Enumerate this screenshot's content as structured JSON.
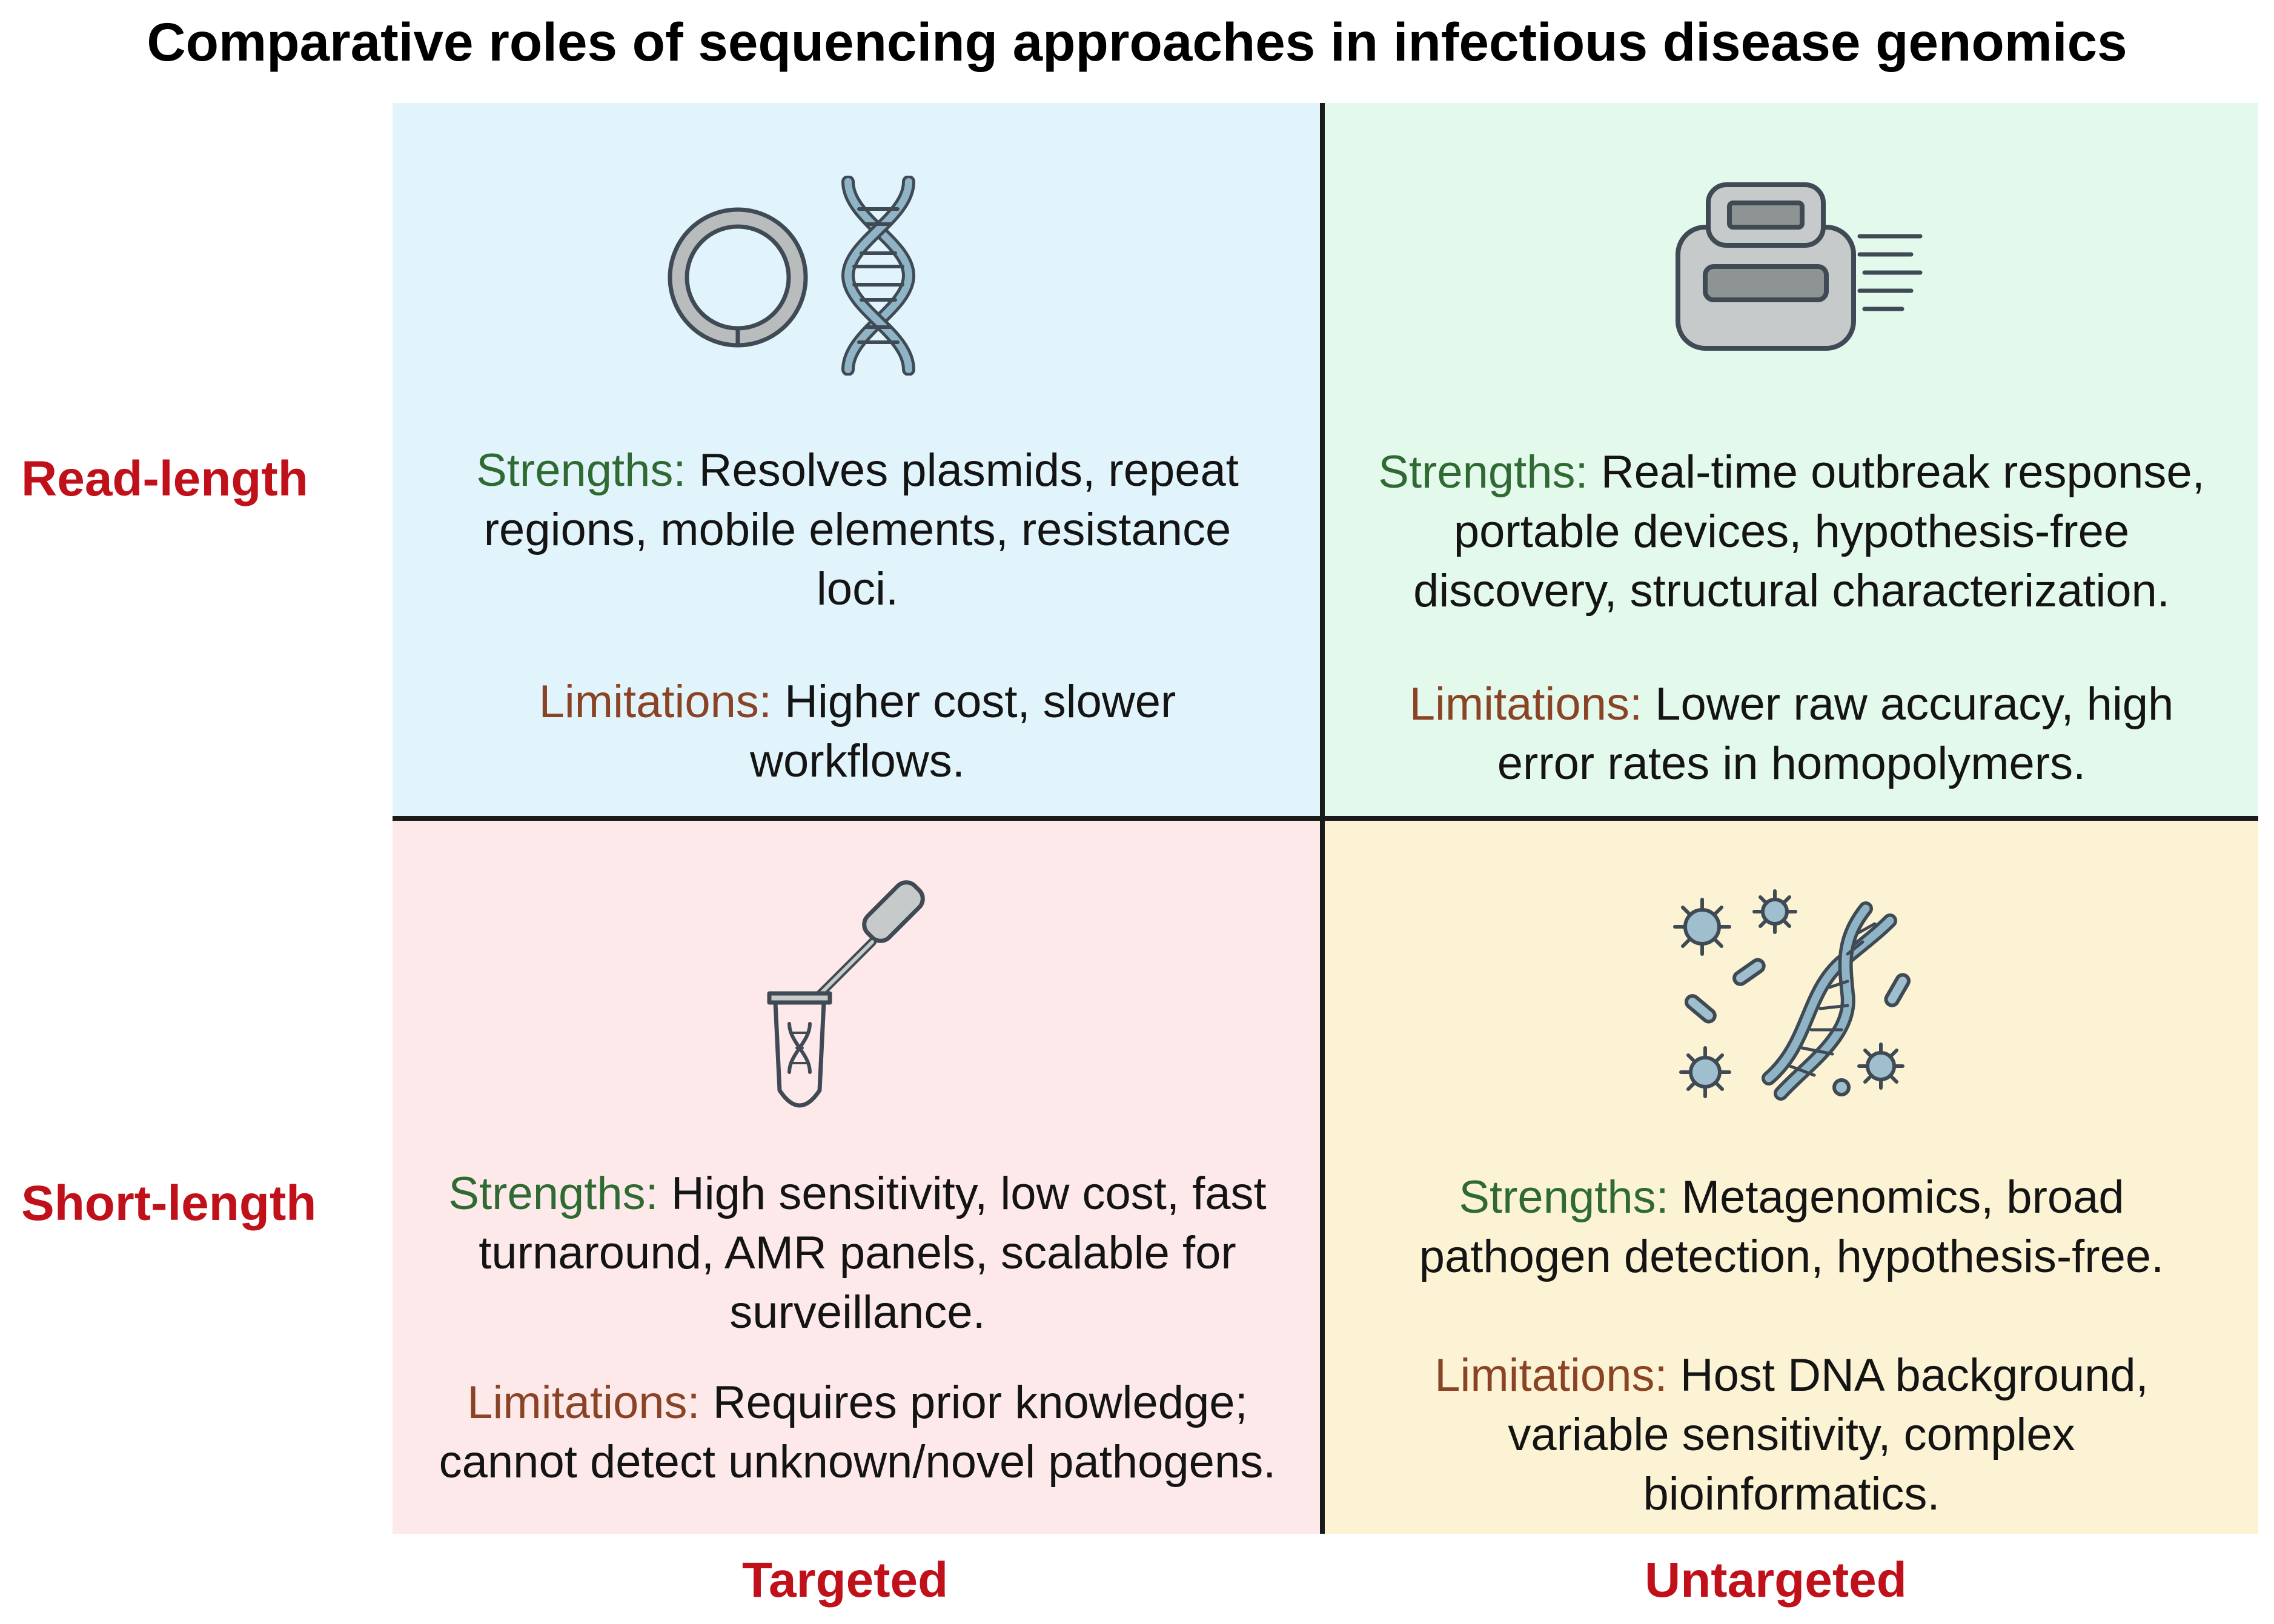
{
  "title": "Comparative roles of sequencing approaches in infectious disease genomics",
  "rows": {
    "top_label": "Read-length",
    "bottom_label": "Short-length"
  },
  "columns": {
    "left_label": "Targeted",
    "right_label": "Untargeted"
  },
  "quadrants": {
    "top_left": {
      "icon": "plasmid-and-dna-helix-icon",
      "strengths_label": "Strengths:",
      "strengths_lines": [
        " Resolves plasmids, repeat",
        "regions, mobile elements, resistance",
        "loci."
      ],
      "limitations_label": "Limitations:",
      "limitations_lines": [
        " Higher cost, slower",
        "workflows."
      ]
    },
    "top_right": {
      "icon": "portable-sequencer-icon",
      "strengths_label": "Strengths:",
      "strengths_lines": [
        " Real-time outbreak response,",
        "portable devices, hypothesis-free",
        "discovery, structural characterization."
      ],
      "limitations_label": "Limitations:",
      "limitations_lines": [
        " Lower raw accuracy, high",
        "error rates in homopolymers."
      ]
    },
    "bottom_left": {
      "icon": "pipette-and-tube-icon",
      "strengths_label": "Strengths:",
      "strengths_lines": [
        " High sensitivity, low cost, fast",
        "turnaround, AMR panels, scalable for",
        "surveillance."
      ],
      "limitations_label": "Limitations:",
      "limitations_lines": [
        " Requires prior knowledge;",
        "cannot detect unknown/novel pathogens."
      ]
    },
    "bottom_right": {
      "icon": "dna-with-pathogens-icon",
      "strengths_label": "Strengths:",
      "strengths_lines": [
        " Metagenomics, broad",
        "pathogen detection, hypothesis-free."
      ],
      "limitations_label": "Limitations:",
      "limitations_lines": [
        " Host DNA background,",
        "variable sensitivity, complex",
        "bioinformatics."
      ]
    }
  },
  "colors": {
    "label_red": "#c0101a",
    "strength_green": "#2f6a32",
    "limitation_brown": "#8a4324",
    "bg_top_left": "#e2f4fb",
    "bg_top_right": "#e3f9ec",
    "bg_bottom_left": "#fde9ea",
    "bg_bottom_right": "#fbf3d3"
  }
}
